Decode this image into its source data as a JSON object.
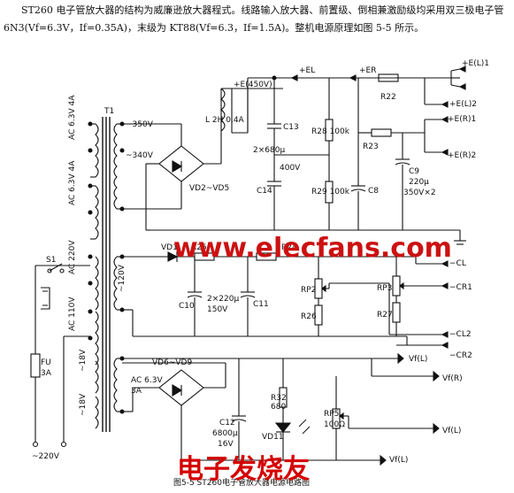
{
  "intro": {
    "text": "ST260 电子管放大器的结构为威廉逊放大器程式。线路输入放大器、前置级、倒相兼激励级均采用双三极电子管 6N3(Vf=6.3V，If=0.35A)，末级为 KT88(Vf=6.3，If=1.5A)。整机电源原理如图 5-5 所示。"
  },
  "labels": {
    "t1": "T1",
    "sec_35": "~350V",
    "sec_34": "~340V",
    "ac1": "AC 6.3V 4A",
    "ac2": "AC 6.3V 4A",
    "ac220": "AC 220V",
    "ac110": "AC 110V",
    "s1": "S1",
    "fu": "FU",
    "fu_val": "3A",
    "mains": "~220V",
    "ac_low": "AC 6.3V",
    "ac_low2": "3A",
    "v_n": "~18V",
    "v_n2": "~18V",
    "rect1": "VD2~VD5",
    "rect2": "VD6~VD9",
    "ac_mid": "~120V",
    "choke": "L 2H 0.4A",
    "e_plus": "+E(450V)",
    "c13": "C13",
    "c14": "C14",
    "cap_2x": "2×680μ",
    "v400": "400V",
    "r28": "R28 100k",
    "r29": "R29 100k",
    "c8": "C8",
    "c9": "C9",
    "c9_val": "220μ",
    "c9_v": "350V×2",
    "eb_l": "+EL",
    "eb_r": "+ER",
    "r22": "R22",
    "r23": "R23",
    "out_el1": "+E(L)1",
    "out_el2": "+E(L)2",
    "out_er1": "+E(R)1",
    "out_er2": "+E(R)2",
    "vd1": "VD1",
    "r25": "R25",
    "r24": "R24",
    "c10": "C10",
    "c11": "C11",
    "c10_val": "2×220μ",
    "c10_v": "150V",
    "rp2": "RP2",
    "rp3": "RP3",
    "r26": "R26",
    "r27": "R27",
    "out_cl": "−CL",
    "out_cr1": "−CR1",
    "out_cl2": "−CL2",
    "out_cr2": "−CR2",
    "vfl": "Vf(L)",
    "vfr": "Vf(R)",
    "vfl1": "Vf(L)",
    "vfl2": "Vf(L)",
    "c12": "C12",
    "c12_val": "6800μ",
    "c12_v": "16V",
    "r32": "R32",
    "r32_val": "680",
    "vd11": "VD11",
    "rp5": "RP5",
    "rp5_val": "100Ω",
    "caption": "图5-5  ST260电子管放大器电源电路图"
  },
  "watermark": {
    "site": "www.elecfans.com",
    "cn": "电子发烧友"
  },
  "colors": {
    "ink": "#111111",
    "watermark": "#cc1111",
    "watermark_red": "#d40000"
  }
}
